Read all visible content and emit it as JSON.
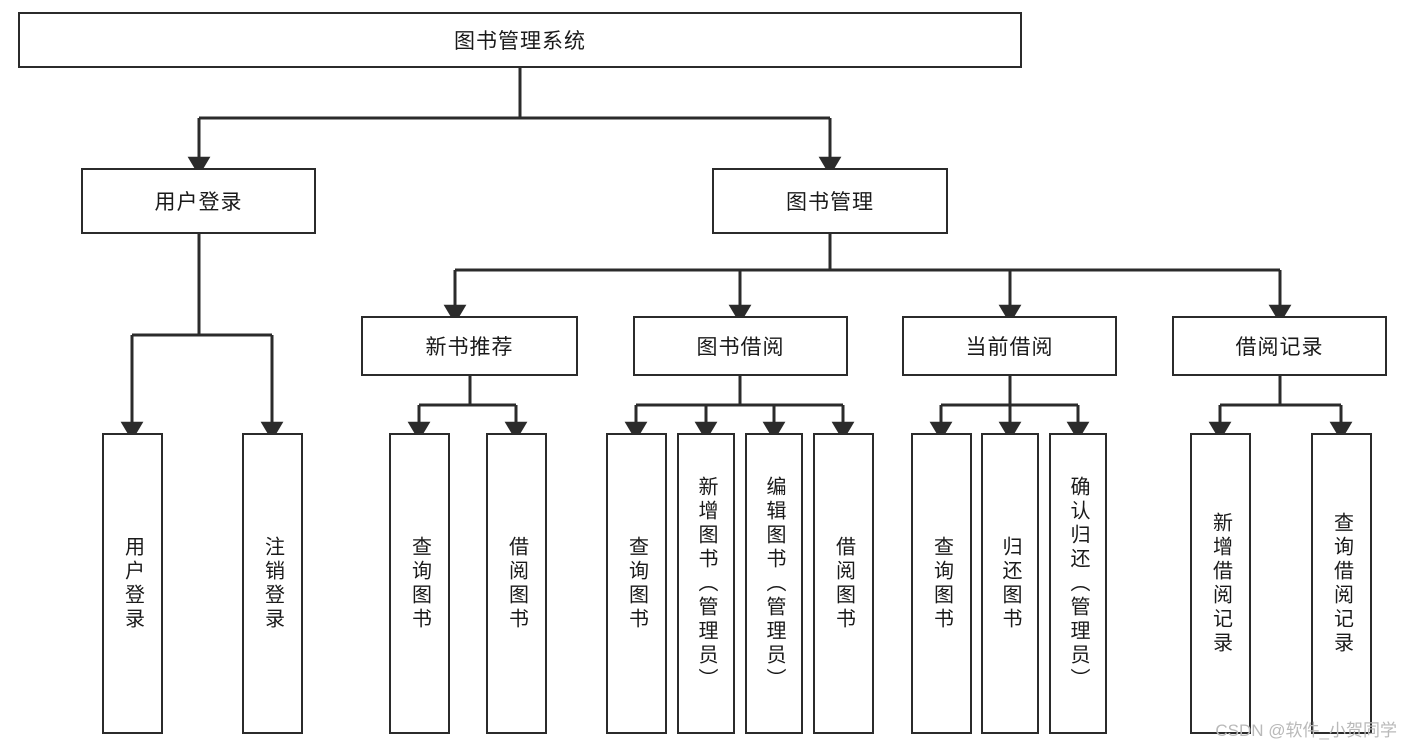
{
  "diagram": {
    "type": "tree-hierarchy",
    "title": "图书管理系统",
    "root": {
      "id": "root",
      "label": "图书管理系统",
      "orientation": "horizontal"
    },
    "level2": [
      {
        "id": "user-login",
        "label": "用户登录",
        "orientation": "horizontal"
      },
      {
        "id": "book-manage",
        "label": "图书管理",
        "orientation": "horizontal"
      }
    ],
    "level3": [
      {
        "id": "new-book-recommend",
        "label": "新书推荐",
        "orientation": "horizontal",
        "parent": "book-manage"
      },
      {
        "id": "book-borrow",
        "label": "图书借阅",
        "orientation": "horizontal",
        "parent": "book-manage"
      },
      {
        "id": "current-borrow",
        "label": "当前借阅",
        "orientation": "horizontal",
        "parent": "book-manage"
      },
      {
        "id": "borrow-record",
        "label": "借阅记录",
        "orientation": "horizontal",
        "parent": "book-manage"
      }
    ],
    "leaves": [
      {
        "id": "leaf-user-login",
        "label": "用户登录",
        "orientation": "vertical",
        "parent": "user-login"
      },
      {
        "id": "leaf-user-logout",
        "label": "注销登录",
        "orientation": "vertical",
        "parent": "user-login"
      },
      {
        "id": "leaf-query-book-1",
        "label": "查询图书",
        "orientation": "vertical",
        "parent": "new-book-recommend"
      },
      {
        "id": "leaf-borrow-book-1",
        "label": "借阅图书",
        "orientation": "vertical",
        "parent": "new-book-recommend"
      },
      {
        "id": "leaf-query-book-2",
        "label": "查询图书",
        "orientation": "vertical",
        "parent": "book-borrow"
      },
      {
        "id": "leaf-add-book",
        "label": "新增图书（管理员）",
        "orientation": "vertical",
        "parent": "book-borrow"
      },
      {
        "id": "leaf-edit-book",
        "label": "编辑图书（管理员）",
        "orientation": "vertical",
        "parent": "book-borrow"
      },
      {
        "id": "leaf-borrow-book-2",
        "label": "借阅图书",
        "orientation": "vertical",
        "parent": "book-borrow"
      },
      {
        "id": "leaf-query-book-3",
        "label": "查询图书",
        "orientation": "vertical",
        "parent": "current-borrow"
      },
      {
        "id": "leaf-return-book",
        "label": "归还图书",
        "orientation": "vertical",
        "parent": "current-borrow"
      },
      {
        "id": "leaf-confirm-return",
        "label": "确认归还（管理员）",
        "orientation": "vertical",
        "parent": "current-borrow"
      },
      {
        "id": "leaf-add-record",
        "label": "新增借阅记录",
        "orientation": "vertical",
        "parent": "borrow-record"
      },
      {
        "id": "leaf-query-record",
        "label": "查询借阅记录",
        "orientation": "vertical",
        "parent": "borrow-record"
      }
    ],
    "colors": {
      "box_border": "#2b2b2b",
      "box_fill": "#ffffff",
      "connector": "#2b2b2b",
      "text": "#1a1a1a",
      "watermark": "#b9b9b9",
      "background": "#ffffff"
    }
  },
  "watermark": {
    "text": "CSDN @软件_小贺同学"
  }
}
